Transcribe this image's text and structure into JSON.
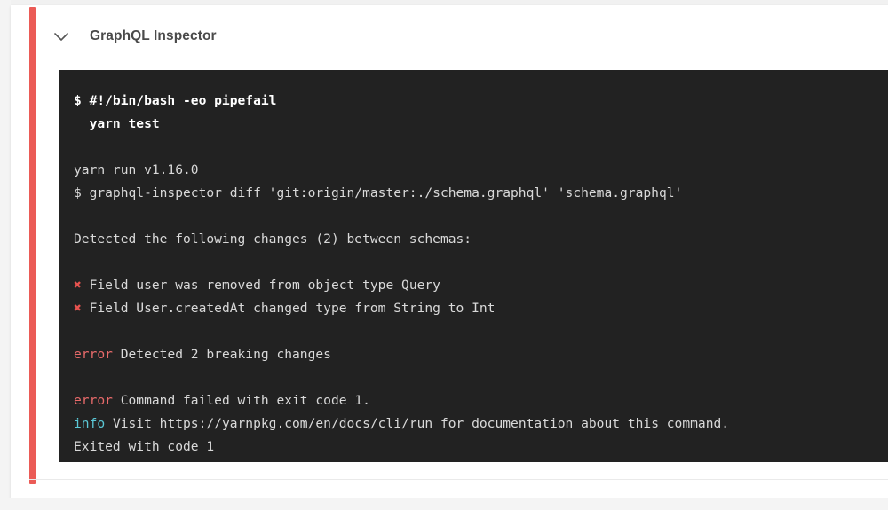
{
  "panel": {
    "title": "GraphQL Inspector",
    "collapse_icon": "chevron-down-icon",
    "status_color": "#eb5b56",
    "expanded": true
  },
  "terminal": {
    "background": "#222222",
    "foreground": "#d9d9d9",
    "error_color": "#e86a6a",
    "info_color": "#5bc8d6",
    "cross_color": "#e8534f",
    "lines": [
      {
        "type": "command",
        "text": "$ #!/bin/bash -eo pipefail"
      },
      {
        "type": "command",
        "text": "  yarn test"
      },
      {
        "type": "blank",
        "text": ""
      },
      {
        "type": "plain",
        "text": "yarn run v1.16.0"
      },
      {
        "type": "plain",
        "text": "$ graphql-inspector diff 'git:origin/master:./schema.graphql' 'schema.graphql'"
      },
      {
        "type": "blank",
        "text": ""
      },
      {
        "type": "plain",
        "text": "Detected the following changes (2) between schemas:"
      },
      {
        "type": "blank",
        "text": ""
      },
      {
        "type": "cross",
        "marker": "✖",
        "text": " Field user was removed from object type Query"
      },
      {
        "type": "cross",
        "marker": "✖",
        "text": " Field User.createdAt changed type from String to Int"
      },
      {
        "type": "blank",
        "text": ""
      },
      {
        "type": "tagged",
        "tag": "error",
        "tag_kind": "error",
        "text": " Detected 2 breaking changes"
      },
      {
        "type": "blank",
        "text": ""
      },
      {
        "type": "tagged",
        "tag": "error",
        "tag_kind": "error",
        "text": " Command failed with exit code 1."
      },
      {
        "type": "tagged",
        "tag": "info",
        "tag_kind": "info",
        "text": " Visit https://yarnpkg.com/en/docs/cli/run for documentation about this command."
      },
      {
        "type": "plain",
        "text": "Exited with code 1"
      }
    ]
  }
}
